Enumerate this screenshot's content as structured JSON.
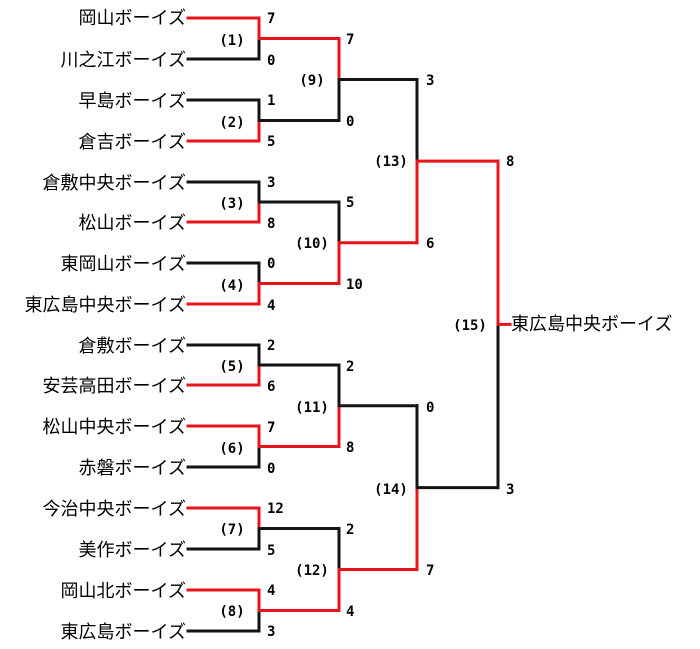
{
  "colors": {
    "win": "#e8141c",
    "lose": "#141414"
  },
  "teams": [
    "岡山ボーイズ",
    "川之江ボーイズ",
    "早島ボーイズ",
    "倉吉ボーイズ",
    "倉敷中央ボーイズ",
    "松山ボーイズ",
    "東岡山ボーイズ",
    "東広島中央ボーイズ",
    "倉敷ボーイズ",
    "安芸高田ボーイズ",
    "松山中央ボーイズ",
    "赤磐ボーイズ",
    "今治中央ボーイズ",
    "美作ボーイズ",
    "岡山北ボーイズ",
    "東広島ボーイズ"
  ],
  "matches": [
    {
      "label": "(1)",
      "scores": [
        "7",
        "0"
      ]
    },
    {
      "label": "(2)",
      "scores": [
        "1",
        "5"
      ]
    },
    {
      "label": "(3)",
      "scores": [
        "3",
        "8"
      ]
    },
    {
      "label": "(4)",
      "scores": [
        "0",
        "4"
      ]
    },
    {
      "label": "(5)",
      "scores": [
        "2",
        "6"
      ]
    },
    {
      "label": "(6)",
      "scores": [
        "7",
        "0"
      ]
    },
    {
      "label": "(7)",
      "scores": [
        "12",
        "5"
      ]
    },
    {
      "label": "(8)",
      "scores": [
        "4",
        "3"
      ]
    },
    {
      "label": "(9)",
      "scores": [
        "7",
        "0"
      ]
    },
    {
      "label": "(10)",
      "scores": [
        "5",
        "10"
      ]
    },
    {
      "label": "(11)",
      "scores": [
        "2",
        "8"
      ]
    },
    {
      "label": "(12)",
      "scores": [
        "2",
        "4"
      ]
    },
    {
      "label": "(13)",
      "scores": [
        "3",
        "6"
      ]
    },
    {
      "label": "(14)",
      "scores": [
        "0",
        "7"
      ]
    },
    {
      "label": "(15)",
      "scores": [
        "8",
        "3"
      ]
    }
  ],
  "champion": "東広島中央ボーイズ"
}
